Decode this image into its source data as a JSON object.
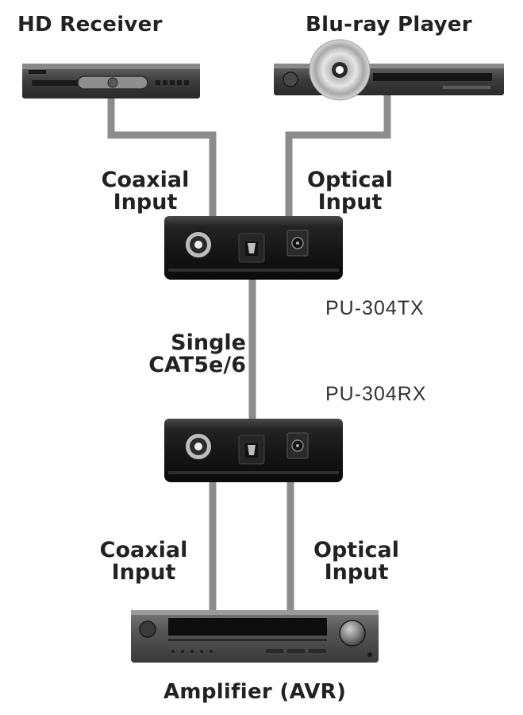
{
  "devices": {
    "hd_receiver": "HD Receiver",
    "bluray_player": "Blu-ray Player",
    "amplifier": "Amplifier (AVR)"
  },
  "top_labels": {
    "coaxial": [
      "Coaxial",
      "Input"
    ],
    "optical": [
      "Optical",
      "Input"
    ]
  },
  "middle_label": [
    "Single",
    "CAT5e/6"
  ],
  "bottom_labels": {
    "coaxial": [
      "Coaxial",
      "Input"
    ],
    "optical": [
      "Optical",
      "Input"
    ]
  },
  "models": {
    "transmitter": "PU-304TX",
    "receiver": "PU-304RX"
  },
  "colors": {
    "cable": "#8c8c8c",
    "device_body": "#1e1e1e",
    "text": "#222222"
  }
}
